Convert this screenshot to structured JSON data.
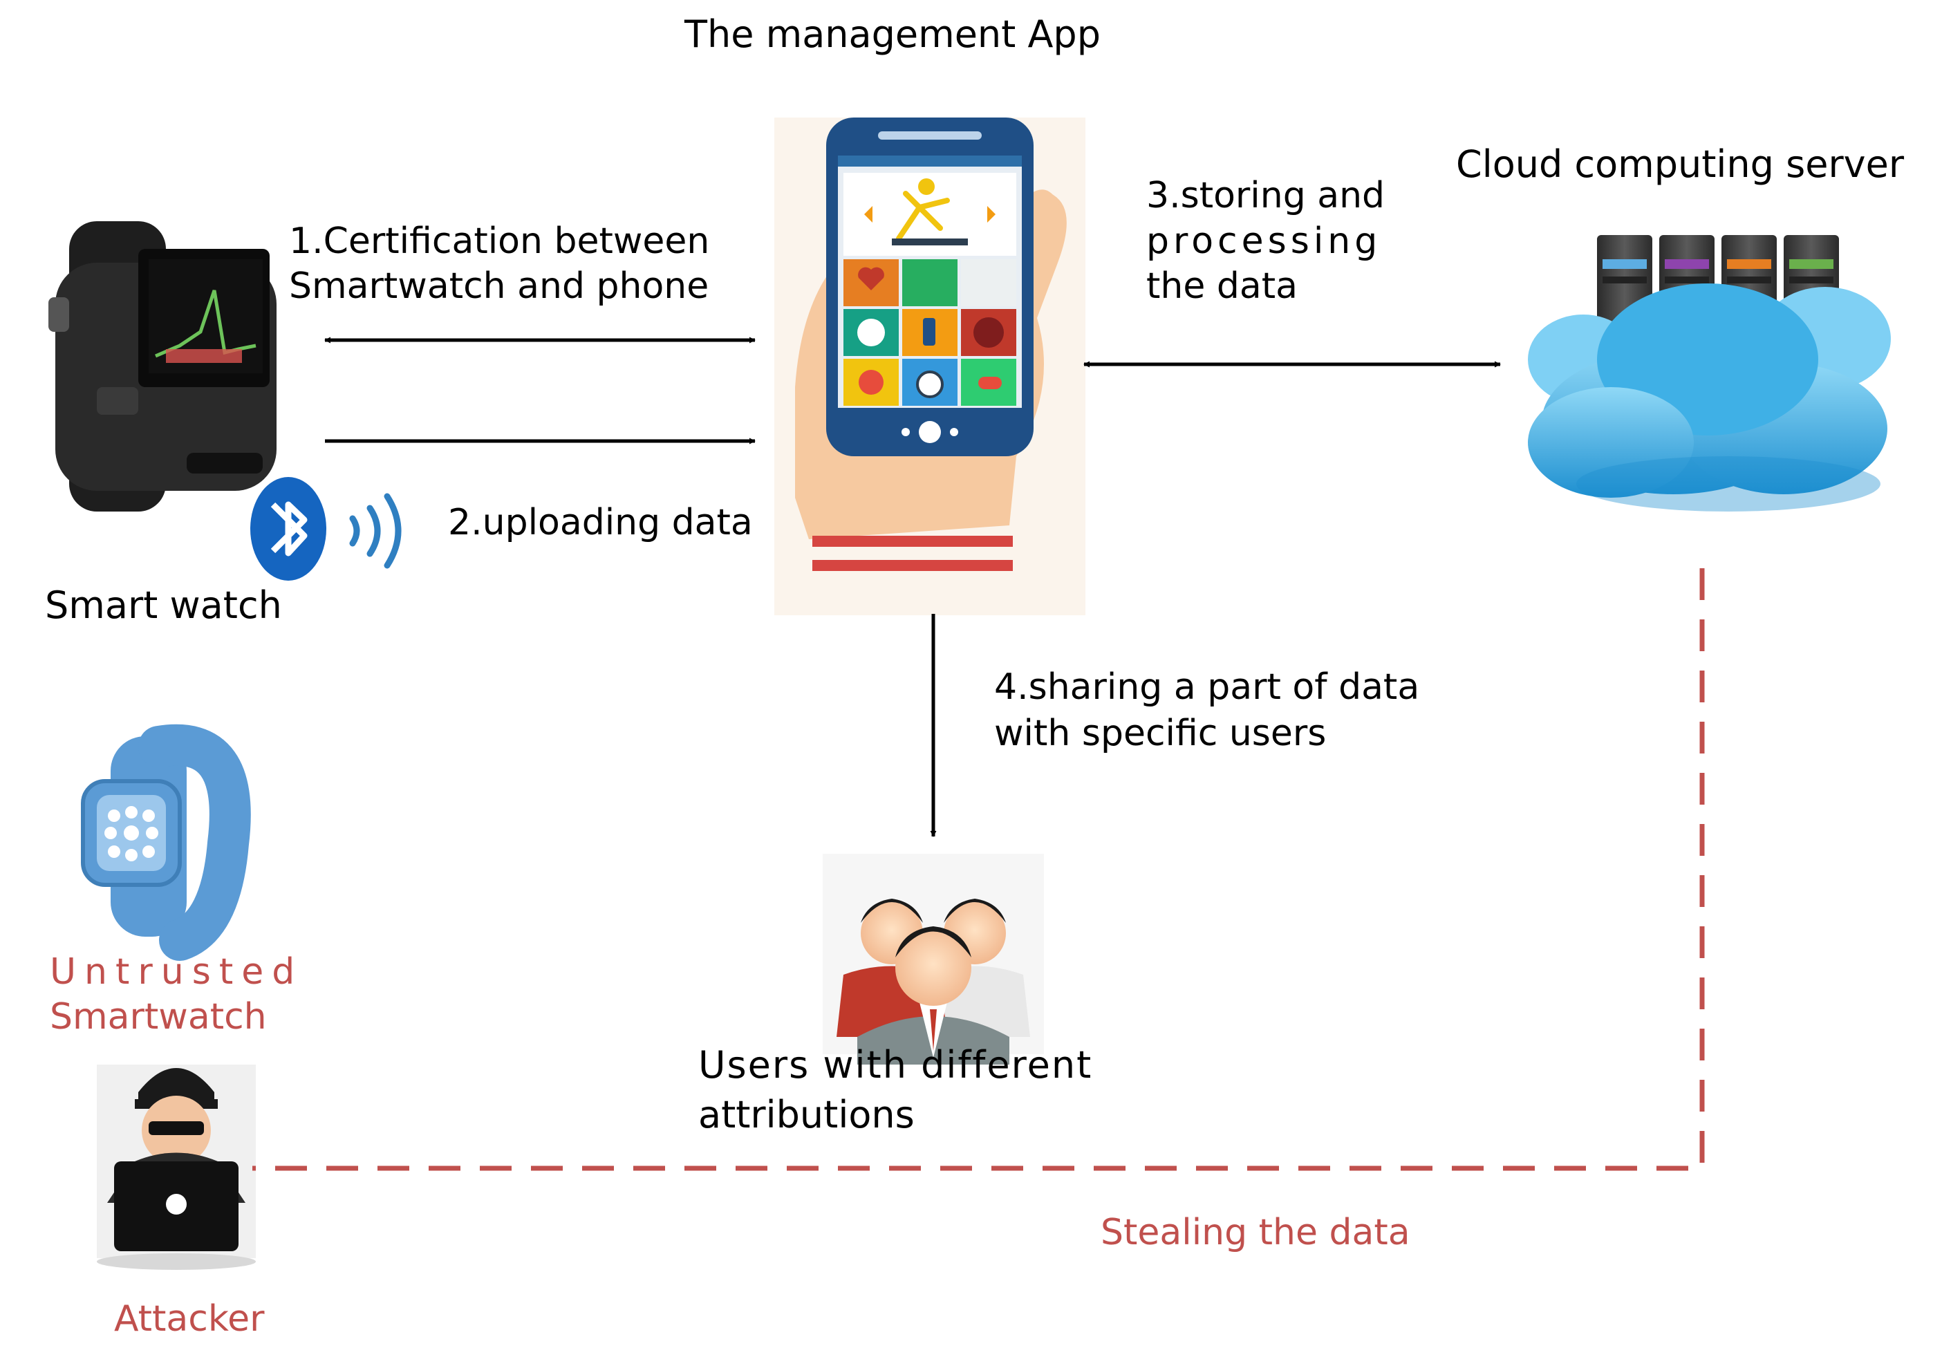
{
  "nodes": {
    "app_title": "The management App",
    "cloud_title": "Cloud computing server",
    "smartwatch": "Smart watch",
    "untrusted_line1": "Untrusted",
    "untrusted_line2": "Smartwatch",
    "attacker": "Attacker",
    "users_line1": "Users with different",
    "users_line2": "attributions"
  },
  "steps": {
    "step1_line1": "1.Certification between",
    "step1_line2": "Smartwatch and phone",
    "step2": "2.uploading  data",
    "step3_line1": "3.storing and",
    "step3_line2": "processing",
    "step3_line3": "the data",
    "step4_line1": "4.sharing a part of data",
    "step4_line2": "with specific users",
    "threat": "Stealing the data"
  },
  "colors": {
    "threat": "#c0504d",
    "arrow": "#000000",
    "cloud": "#4fb9e8",
    "phone_body": "#1f4f86",
    "bluetooth": "#1565c0",
    "watch_blue": "#5b9bd5"
  },
  "icons": [
    "smartwatch-icon",
    "bluetooth-icon",
    "signal-waves-icon",
    "phone-app-icon",
    "cloud-server-icon",
    "users-group-icon",
    "untrusted-smartwatch-icon",
    "attacker-icon"
  ]
}
